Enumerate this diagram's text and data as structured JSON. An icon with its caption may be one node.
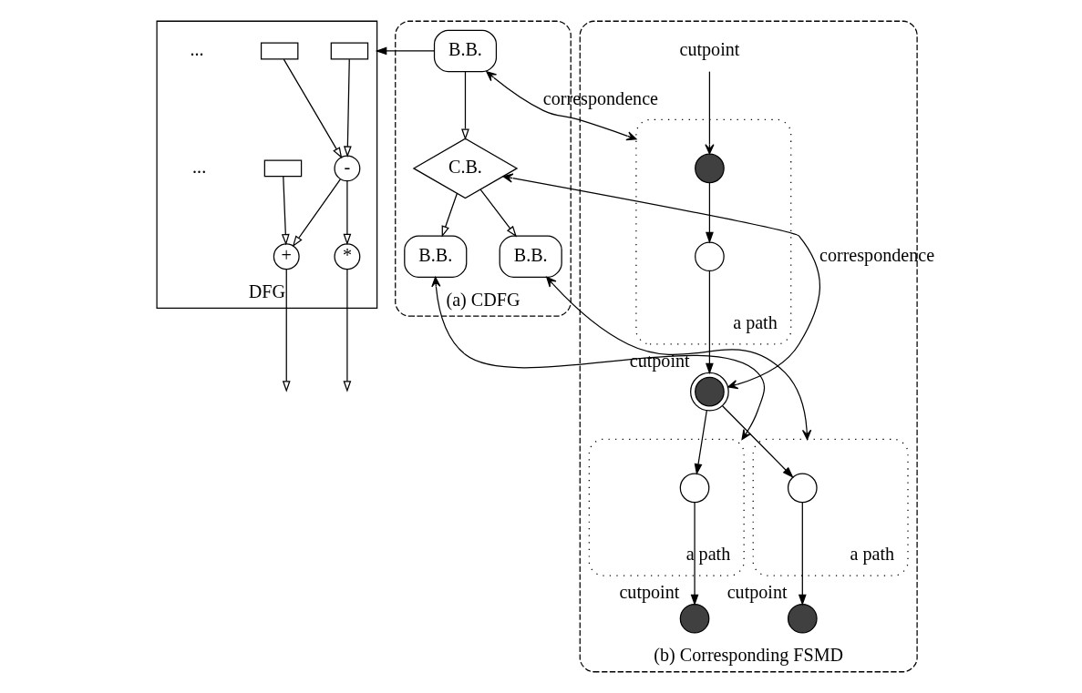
{
  "diagram": {
    "nodes": [
      {
        "text": [
          "DFG"
        ]
      },
      {
        "text": [],
        "shape": "box",
        "in": 0
      },
      {
        "text": [],
        "shape": "box",
        "in": 0
      },
      {
        "text": [],
        "shape": "box",
        "in": 0
      },
      {
        "text": [
          "-"
        ],
        "in": 0
      },
      {
        "text": [
          "+"
        ],
        "in": 0
      },
      {
        "text": [
          "*"
        ],
        "in": 0
      },
      {
        "text": [
          "(a) CDFG"
        ]
      },
      {
        "text": [
          "B.B."
        ],
        "in": 7
      },
      {
        "text": [
          "C.B."
        ],
        "in": 7
      },
      {
        "text": [
          "B.B."
        ],
        "in": 7
      },
      {
        "text": [
          "B.B."
        ],
        "in": 7
      },
      {
        "text": [
          "(b) Corresponding FSMD"
        ]
      },
      {
        "text": [
          "a path"
        ],
        "in": 12
      },
      {
        "text": [],
        "shape": "circle",
        "in": 13
      },
      {
        "text": [
          "cutpoint"
        ],
        "in": 12
      },
      {
        "text": [],
        "shape": "circle",
        "in": 13
      },
      {
        "text": [],
        "shape": "circle",
        "in": 12,
        "beside": [
          "cutpoint"
        ]
      },
      {
        "text": [
          "a path"
        ],
        "in": 12
      },
      {
        "text": [],
        "shape": "circle",
        "in": 18
      },
      {
        "text": [
          "a path"
        ],
        "in": 12
      },
      {
        "text": [],
        "shape": "circle",
        "in": 20
      },
      {
        "text": [],
        "shape": "circle",
        "in": 12,
        "beside": [
          "cutpoint"
        ]
      },
      {
        "text": [],
        "shape": "circle",
        "in": 12,
        "beside": [
          "cutpoint"
        ]
      }
    ],
    "edges": [
      {
        "from": 1,
        "to": 4,
        "arrow": "to"
      },
      {
        "from": 2,
        "to": 4,
        "arrow": "to"
      },
      {
        "from": 3,
        "to": 5,
        "arrow": "to"
      },
      {
        "from": 4,
        "to": 5,
        "arrow": "to"
      },
      {
        "from": 4,
        "to": 6,
        "arrow": "to"
      },
      {
        "from": 6,
        "to": null,
        "arrow": "to"
      },
      {
        "from": 5,
        "to": null,
        "arrow": "to"
      },
      {
        "from": 8,
        "to": 0,
        "arrow": "to"
      },
      {
        "from": 8,
        "to": 9,
        "arrow": "to"
      },
      {
        "from": 9,
        "to": 10,
        "arrow": "to"
      },
      {
        "from": 9,
        "to": 11,
        "arrow": "to"
      },
      {
        "from": 8,
        "to": 13,
        "arrow": "both",
        "label": "correspondence"
      },
      {
        "from": 9,
        "to": 17,
        "arrow": "both",
        "label": "correspondence"
      },
      {
        "from": 10,
        "to": 18,
        "arrow": "both"
      },
      {
        "from": 11,
        "to": 20,
        "arrow": "both"
      },
      {
        "from": 15,
        "to": 14,
        "arrow": "to"
      },
      {
        "from": 14,
        "to": 16,
        "arrow": "to"
      },
      {
        "from": 16,
        "to": 17,
        "arrow": "to"
      },
      {
        "from": 17,
        "to": 19,
        "arrow": "to"
      },
      {
        "from": 19,
        "to": 22,
        "arrow": "to"
      },
      {
        "from": 17,
        "to": 21,
        "arrow": "to"
      },
      {
        "from": 21,
        "to": 23,
        "arrow": "to"
      }
    ],
    "labels": [
      "...",
      "..."
    ]
  }
}
